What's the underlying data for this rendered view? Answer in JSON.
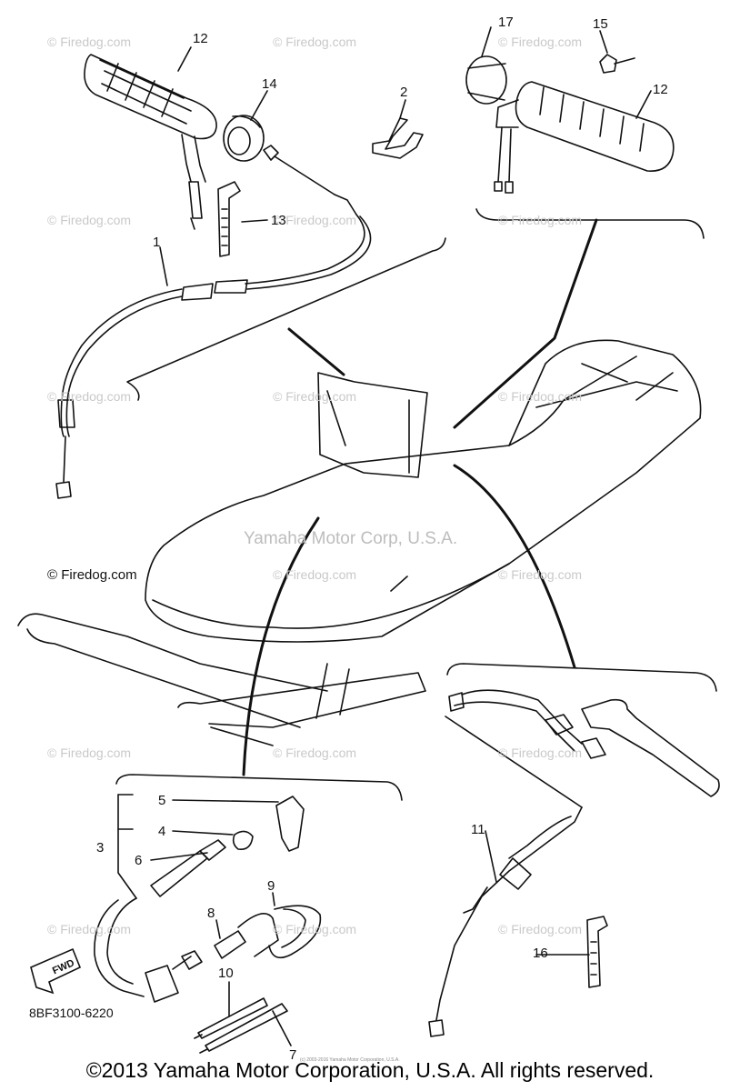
{
  "diagram": {
    "watermark_text": "© Firedog.com",
    "brand_watermark": "Yamaha Motor Corp, U.S.A.",
    "left_label": "© Firedog.com",
    "fwd_label": "FWD",
    "diagram_code": "8BF3100-6220",
    "copyright": "©2013 Yamaha Motor Corporation, U.S.A. All rights reserved.",
    "tiny_text": "(c) 2003-2016 Yamaha Motor Corporation, U.S.A.",
    "callouts": [
      "12",
      "14",
      "2",
      "17",
      "15",
      "12",
      "13",
      "1",
      "5",
      "4",
      "3",
      "6",
      "9",
      "8",
      "10",
      "7",
      "11",
      "16"
    ]
  }
}
